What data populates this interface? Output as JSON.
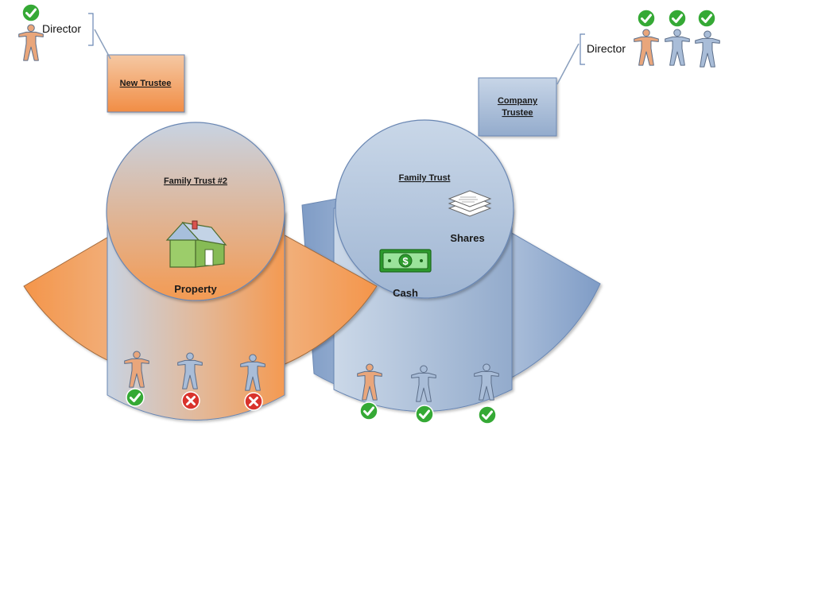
{
  "left_group": {
    "director_label": "Director",
    "trustee_label": "New Trustee",
    "trust_title": "Family Trust #2",
    "asset": {
      "label": "Property",
      "icon": "house-icon"
    },
    "beneficiaries": [
      {
        "status": "approved",
        "figure_color": "orange"
      },
      {
        "status": "rejected",
        "figure_color": "blue"
      },
      {
        "status": "rejected",
        "figure_color": "blue"
      }
    ],
    "directors": [
      {
        "status": "approved",
        "figure_color": "orange"
      }
    ]
  },
  "right_group": {
    "director_label": "Director",
    "trustee_label_lines": [
      "Company",
      "Trustee"
    ],
    "trust_title": "Family Trust",
    "assets": [
      {
        "label": "Shares",
        "icon": "documents-stack-icon"
      },
      {
        "label": "Cash",
        "icon": "money-bill-icon"
      }
    ],
    "beneficiaries": [
      {
        "status": "approved",
        "figure_color": "orange"
      },
      {
        "status": "approved",
        "figure_color": "blue"
      },
      {
        "status": "approved",
        "figure_color": "blue"
      }
    ],
    "directors": [
      {
        "status": "approved",
        "figure_color": "orange"
      },
      {
        "status": "approved",
        "figure_color": "blue"
      },
      {
        "status": "approved",
        "figure_color": "blue"
      }
    ]
  },
  "colors": {
    "orange": "#f4954a",
    "blue": "#9fb6d4",
    "blue_dark": "#6a87b3",
    "check_green": "#35a935",
    "cross_red": "#d9332c"
  }
}
